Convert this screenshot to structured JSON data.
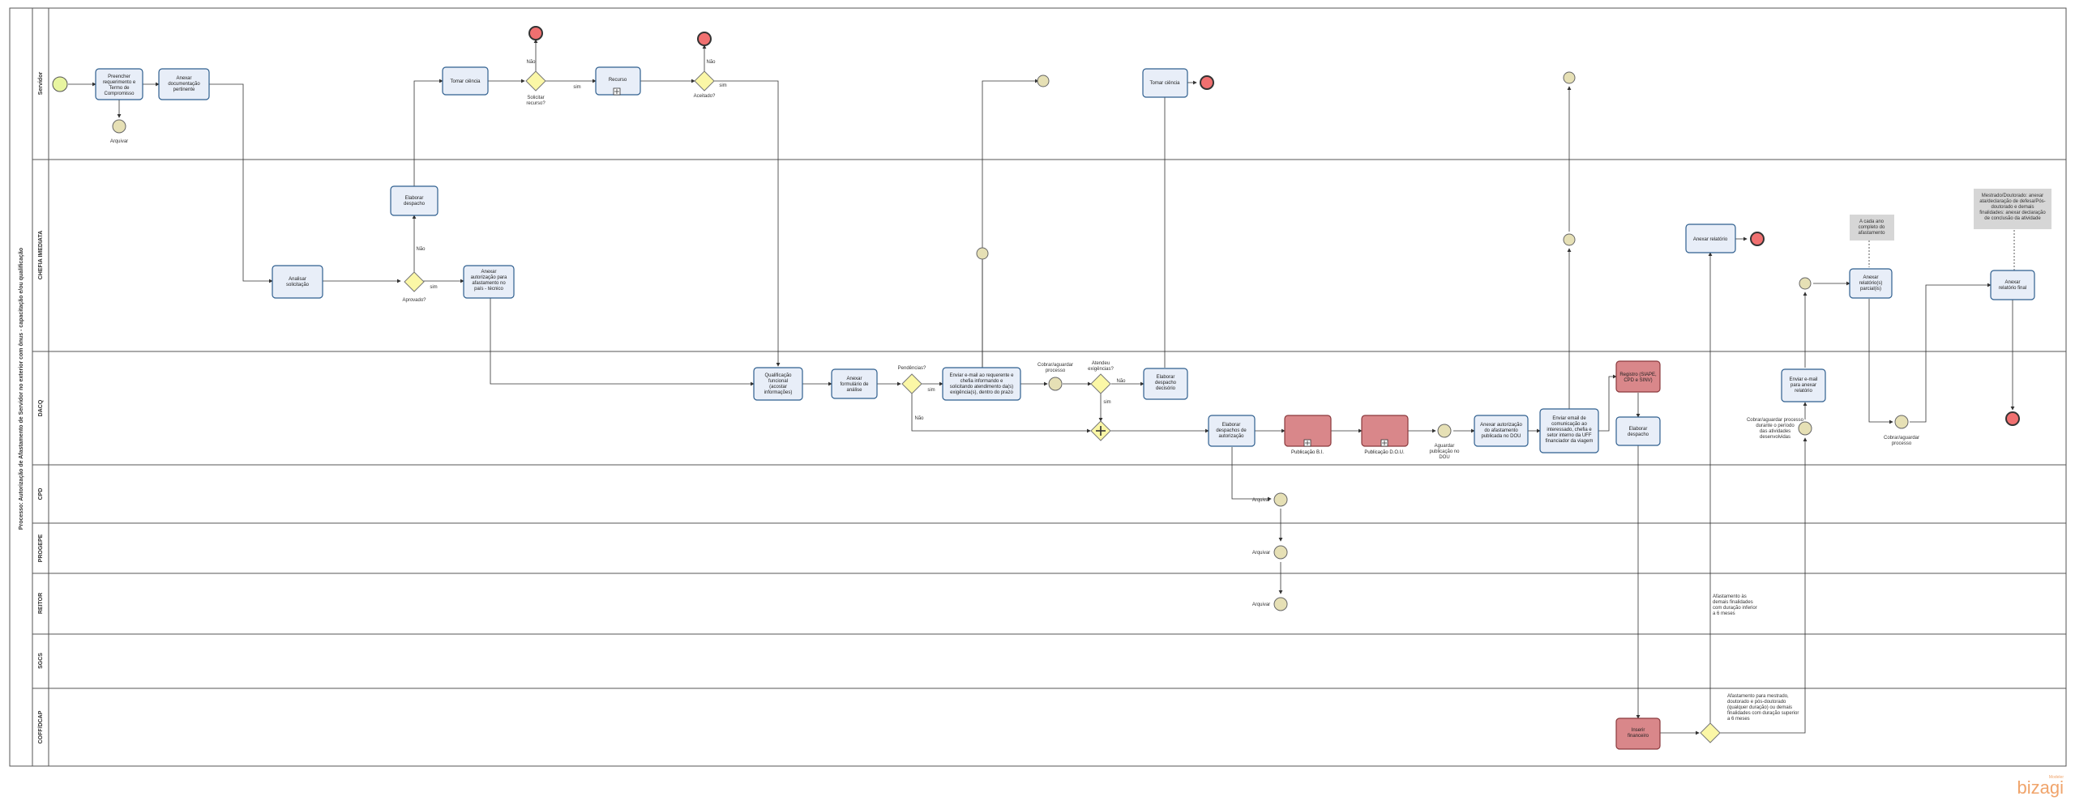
{
  "pool": {
    "title": "Processo: Autorização de Afastamento de Servidor no exterior com ônus - capacitação e/ou qualificação"
  },
  "lanes": [
    "Servidor",
    "CHEFIA IMEDIATA",
    "DACQ",
    "CPD",
    "PROGEPE",
    "REITOR",
    "SGCS",
    "COFF/DCAP"
  ],
  "tasks": {
    "t1": [
      "Preencher",
      "requerimento e",
      "Termo de",
      "Compromisso"
    ],
    "t2": [
      "Anexar",
      "documentação",
      "pertinente"
    ],
    "t3": [
      "Tomar ciência"
    ],
    "t4": [
      "Recurso"
    ],
    "t5": [
      "Tomar ciência"
    ],
    "t6": [
      "Elaborar",
      "despacho"
    ],
    "t7": [
      "Analisar",
      "solicitação"
    ],
    "t8": [
      "Anexar",
      "autorização para",
      "afastamento no",
      "país - técnico"
    ],
    "t9": [
      "Anexar relatório"
    ],
    "t10": [
      "Anexar",
      "relatório(s)",
      "parcial(is)"
    ],
    "t11": [
      "Anexar",
      "relatório final"
    ],
    "t12": [
      "Qualificação",
      "funcional",
      "(acostar",
      "informações)"
    ],
    "t13": [
      "Anexar",
      "formulário de",
      "análise"
    ],
    "t14": [
      "Enviar e-mail ao requerente e",
      "chefia informando e",
      "solicitando atendimento da(s)",
      "exigência(s), dentro do prazo"
    ],
    "t15": [
      "Elaborar",
      "despacho",
      "decisório"
    ],
    "t16": [
      "Elaborar",
      "despachos  de",
      "autorização"
    ],
    "t17": [
      "Publicação B.I."
    ],
    "t18": [
      "Publicação D.O.U."
    ],
    "t19": [
      "Anexar autorização",
      "do afastamento",
      "publicada no  DOU"
    ],
    "t20": [
      "Enviar email de",
      "comunicação ao",
      "interessado, chefia e",
      "setor interno da UFF",
      "financiador da viagem"
    ],
    "t21": [
      "Registro (SIAPE,",
      "CPD e SINV)"
    ],
    "t22": [
      "Elaborar",
      "despacho"
    ],
    "t23": [
      "Enviar e-mail",
      "para anexar",
      "relatório"
    ],
    "t24": [
      "Inserir",
      "financeiro"
    ]
  },
  "labels": {
    "arquivar1": "Arquivar",
    "solicitar_recurso": [
      "Solicitar",
      "recurso?"
    ],
    "aceitado": "Aceitado?",
    "aprovado": "Aprovado?",
    "pendencias": "Pendências?",
    "atendeu": [
      "Atendeu",
      "exigências?"
    ],
    "cobrar1": [
      "Cobrar/aguardar",
      "processo"
    ],
    "aguardar_pub": [
      "Aguardar",
      "publicação no",
      "DOU"
    ],
    "cobrar2": [
      "Cobrar/aguardar processo",
      "durante o período",
      "das atividades",
      "desenvolvidas"
    ],
    "cobrar3": [
      "Cobrar/aguardar",
      "processo"
    ],
    "arquivar_cpd": "Arquivar",
    "arquivar_progepe": "Arquivar",
    "arquivar_reitor": "Arquivar",
    "sim": "sim",
    "nao": "Não",
    "afast_curto": [
      "Afastamento às",
      "demais finalidades",
      "com duração inferior",
      "a 6 meses"
    ],
    "afast_longo": [
      "Afastamento para mestrado,",
      "doutorado e pós-doutorado",
      "(qualquer duração) ou demais",
      "finalidades com duração superior",
      "a 6 meses"
    ],
    "note1": [
      "A cada ano",
      "completo do",
      "afastamento"
    ],
    "note2": [
      "Mestrado/Doutorado: anexar",
      "ata/declaração de defesa/Pós-",
      "doutorado e demais",
      "finalidades: anexar declaração",
      "de conclusão da atividade"
    ]
  },
  "logo": {
    "brand": "bizagi",
    "sub": "Modeler"
  },
  "colors": {
    "task": "#e8eef8",
    "task_border": "#2f5f8f",
    "subprocess_red": "#d9878a",
    "gateway": "#fbf7a6",
    "start": "#e8f5a0",
    "end": "#f07070",
    "event_mid": "#e6e0b5"
  }
}
